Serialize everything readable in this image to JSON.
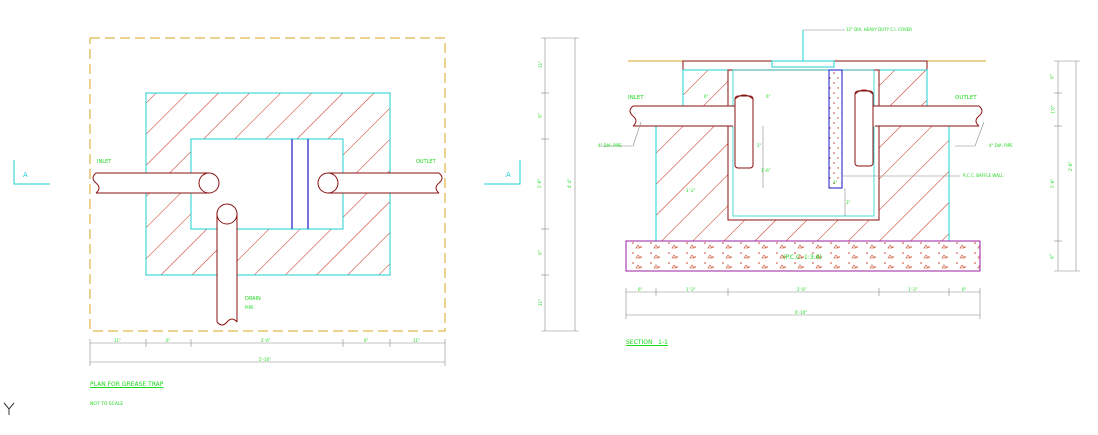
{
  "plan": {
    "title": "PLAN FOR GREASE TRAP",
    "scale": "NOT TO SCALE",
    "inlet_label": "INLET",
    "outlet_label": "OUTLET",
    "drain_label": "DRAIN",
    "drain_sub": "PIPE",
    "section_marker_left": "A",
    "section_marker_right": "A",
    "dims_bottom": [
      "11\"",
      "6\"",
      "2'-6\"",
      "6\"",
      "11\""
    ],
    "dim_overall": "5'-10\"",
    "dims_right": [
      "11\"",
      "6\"",
      "1'-6\"",
      "6\"",
      "11\""
    ],
    "dim_overall_right": "4'-4\""
  },
  "section": {
    "title": "SECTION   1-1",
    "cover_label": "12\" DIA. HEAVY DUTY C.I. COVER",
    "inlet_label": "INLET",
    "outlet_label": "OUTLET",
    "inlet_pipe": "4\" DIA. PIPE",
    "outlet_pipe": "4\" DIA. PIPE",
    "baffle_label": "R.C.C. BAFFLE WALL",
    "base_label": "(P.C.C. 1:3:6)",
    "dims_bottom": [
      "6\"",
      "1'-3\"",
      "2'-6\"",
      "1'-3\"",
      "6\""
    ],
    "dim_overall": "6'-10\"",
    "dims_right": [
      "6\"",
      "1'0\"",
      "1'-6\"",
      "6\""
    ],
    "dim_overall_right": "2'-6\"",
    "inner_dims": [
      "6\"",
      "6\"",
      "2\"",
      "1'-6\"",
      "1\"",
      "3\"",
      "1'-2\""
    ]
  },
  "colors": {
    "hatch": "#cc2a1a",
    "cyan": "#1fd1d1",
    "pipe": "#8a1010",
    "yellow": "#d9a521",
    "magenta": "#9a1fa0",
    "blue": "#1a1ac8",
    "green": "#1ad81a",
    "dim": "#888888"
  }
}
